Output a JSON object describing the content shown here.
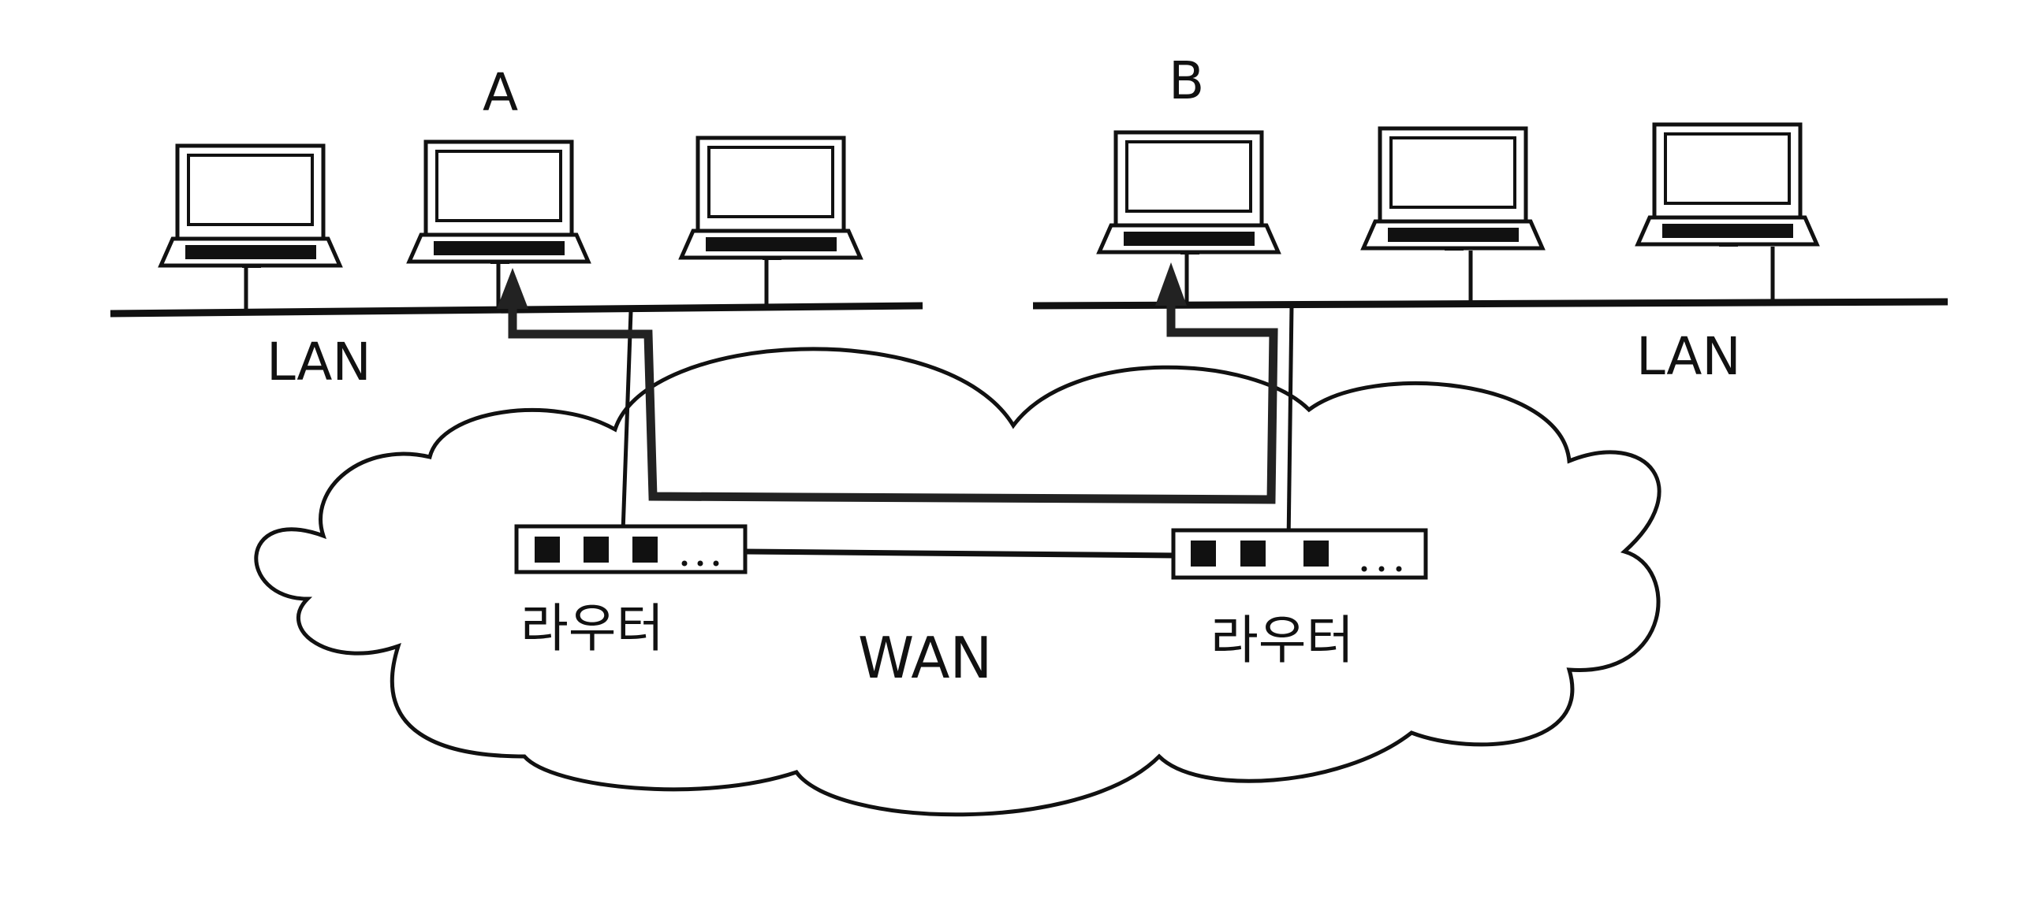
{
  "diagram": {
    "computer_a_label": "A",
    "computer_b_label": "B",
    "lan_left_label": "LAN",
    "lan_right_label": "LAN",
    "wan_label": "WAN",
    "router_left_label": "라우터",
    "router_right_label": "라우터",
    "router_left_ports": "■■■…",
    "router_right_ports": "■■■…"
  },
  "colors": {
    "line": "#111111",
    "background": "#ffffff",
    "path": "#222222"
  },
  "icons": [
    "laptop-icon",
    "router-icon",
    "cloud-shape",
    "arrow-icon"
  ]
}
